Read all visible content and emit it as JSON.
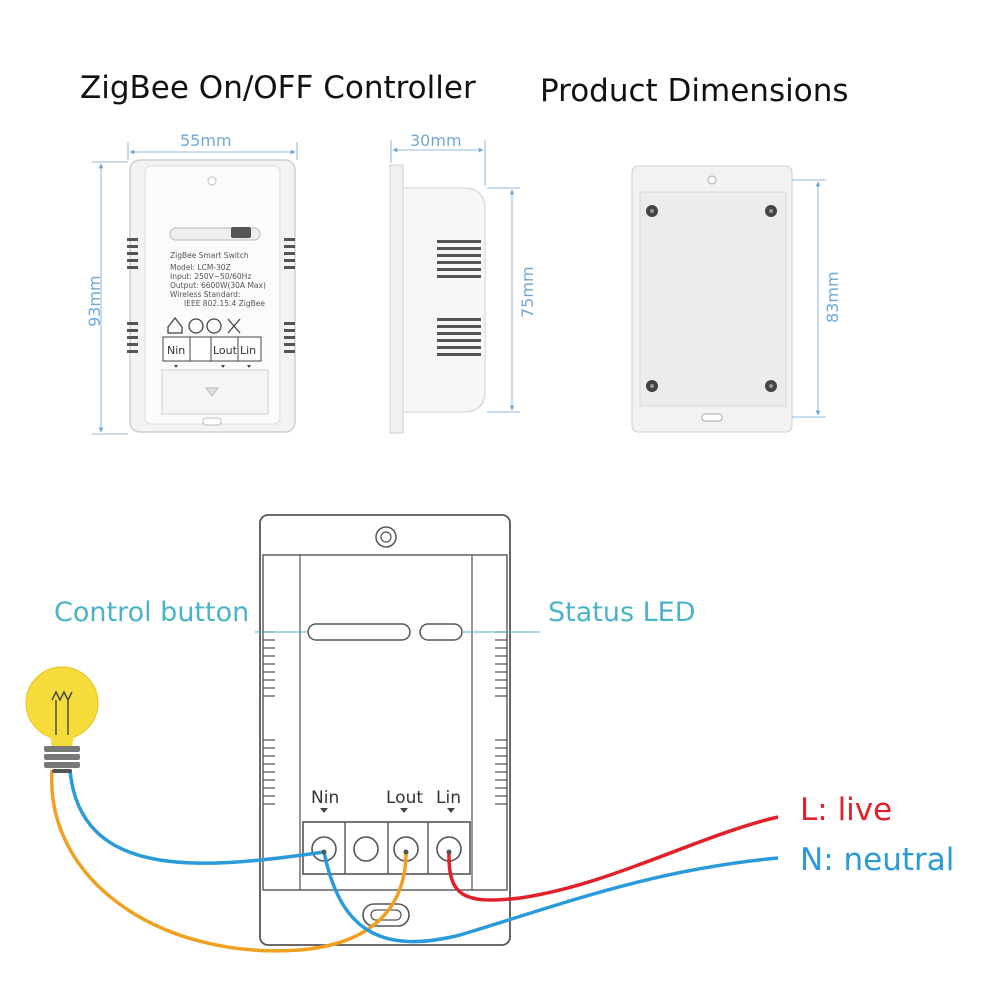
{
  "title": {
    "left": "ZigBee On/OFF Controller",
    "right": "Product Dimensions"
  },
  "dimensions": {
    "front_width": "55mm",
    "front_height": "93mm",
    "side_depth": "30mm",
    "side_height": "75mm",
    "back_height": "83mm"
  },
  "device_label": {
    "name": "ZigBee Smart Switch",
    "model": "Model: LCM-30Z",
    "input": "Input: 250V~50/60Hz",
    "output": "Output: 6600W(30A Max)",
    "wireless": "Wireless Standard:",
    "standard": "IEEE 802.15.4  ZigBee",
    "terminals": [
      "Nin",
      "Lout",
      "Lin"
    ]
  },
  "wiring": {
    "control_button": "Control button",
    "status_led": "Status LED",
    "terminals": [
      "Nin",
      "Lout",
      "Lin"
    ],
    "live": "L:  live",
    "neutral": "N:  neutral",
    "colors": {
      "live": "#e0202a",
      "neutral": "#2a9ad8",
      "load": "#f0a020",
      "callout": "#4bb3c8",
      "bulb": "#f6dc3a"
    }
  }
}
